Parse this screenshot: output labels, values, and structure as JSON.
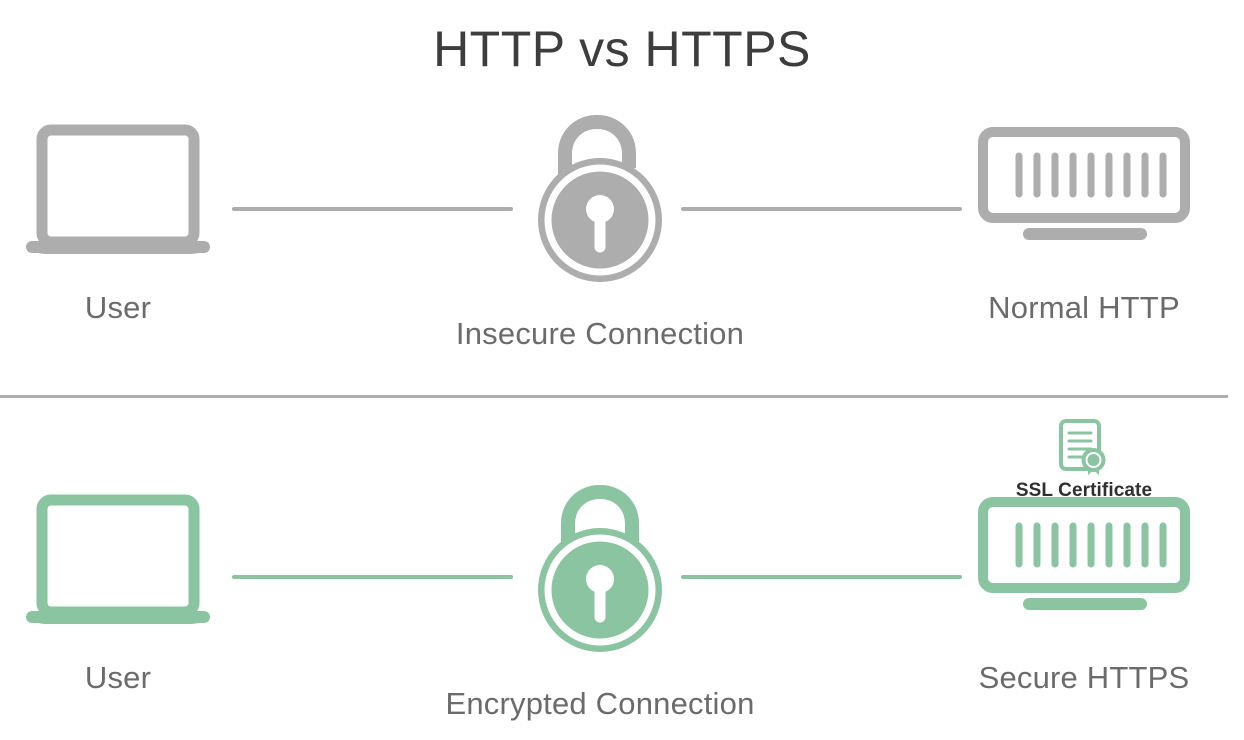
{
  "title": "HTTP vs HTTPS",
  "colors": {
    "gray": "#adadad",
    "green": "#8bc4a0",
    "title_text": "#3d3d3d",
    "caption_text": "#6b6b6b",
    "ssl_text": "#2f2f2f",
    "background": "#ffffff"
  },
  "rows": [
    {
      "id": "http",
      "accent": "#adadad",
      "user": {
        "icon": "laptop-icon",
        "label": "User"
      },
      "connection": {
        "icon": "unlocked-padlock-icon",
        "label": "Insecure Connection",
        "lock_state": "open"
      },
      "server": {
        "icon": "server-icon",
        "label": "Normal HTTP",
        "server_bars": 9,
        "certificate": null
      }
    },
    {
      "id": "https",
      "accent": "#8bc4a0",
      "user": {
        "icon": "laptop-icon",
        "label": "User"
      },
      "connection": {
        "icon": "locked-padlock-icon",
        "label": "Encrypted Connection",
        "lock_state": "closed"
      },
      "server": {
        "icon": "server-icon",
        "label": "Secure HTTPS",
        "server_bars": 9,
        "certificate": {
          "icon": "certificate-seal-icon",
          "label": "SSL Certificate"
        }
      }
    }
  ]
}
